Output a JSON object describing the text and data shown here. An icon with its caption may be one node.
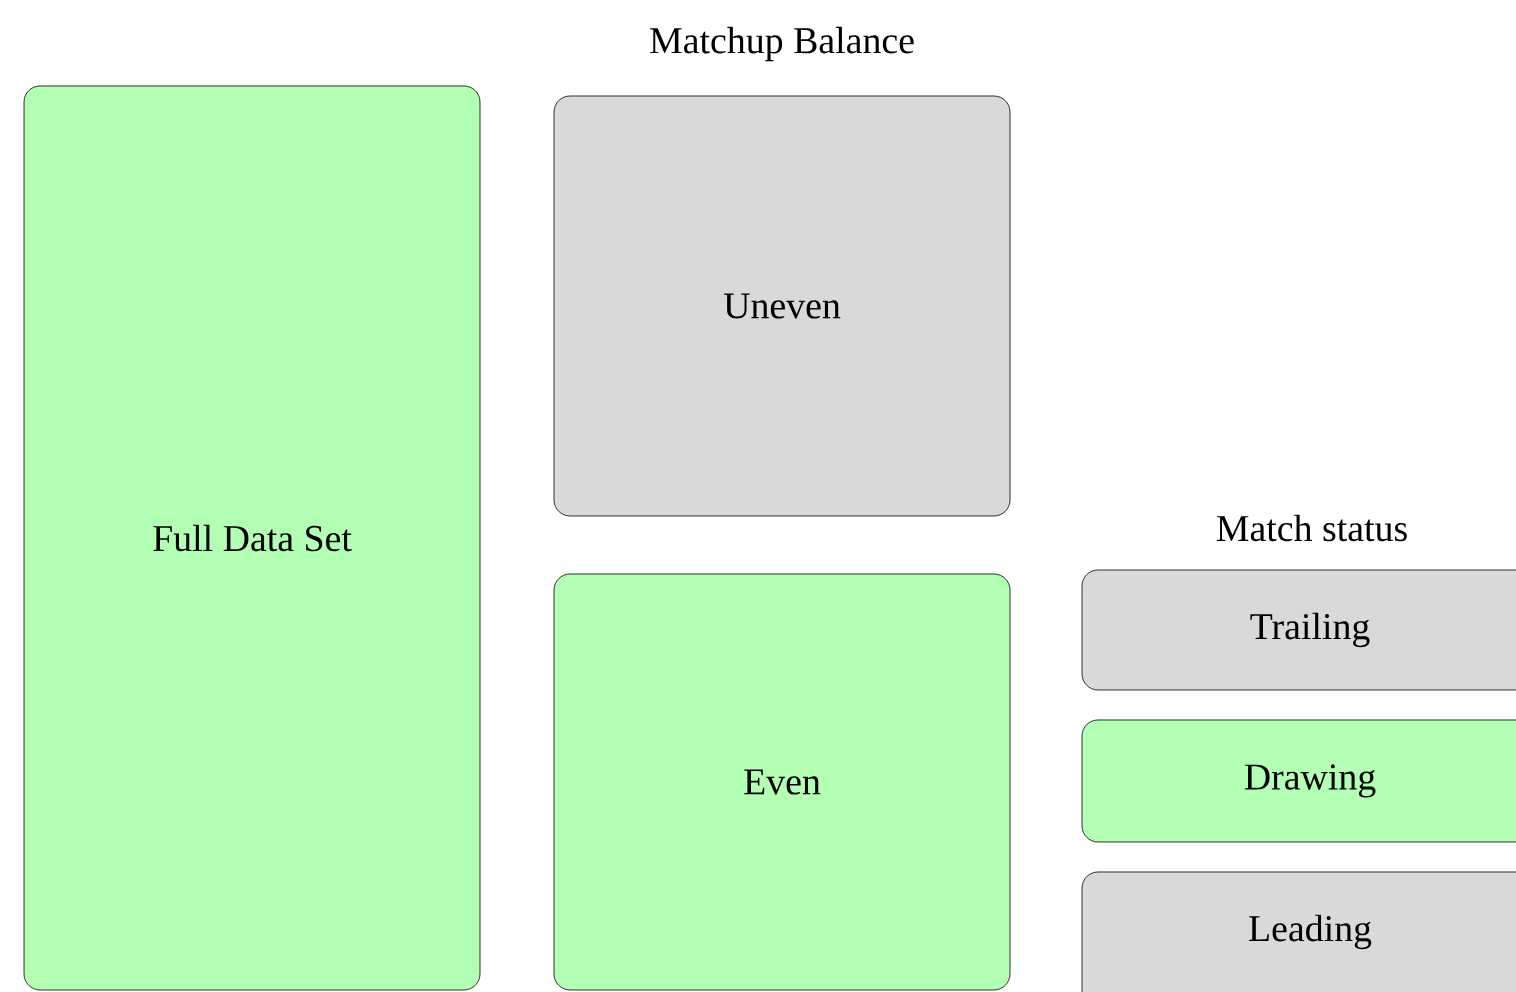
{
  "diagram": {
    "nodes": [
      {
        "text": [
          "Full Data Set"
        ]
      },
      {
        "text": [
          "Uneven"
        ]
      },
      {
        "text": [
          "Even"
        ]
      },
      {
        "text": [
          "Trailing"
        ]
      },
      {
        "text": [
          "Drawing"
        ]
      },
      {
        "text": [
          "Leading"
        ]
      }
    ],
    "labels": [
      "Matchup Balance",
      "Match status"
    ]
  }
}
